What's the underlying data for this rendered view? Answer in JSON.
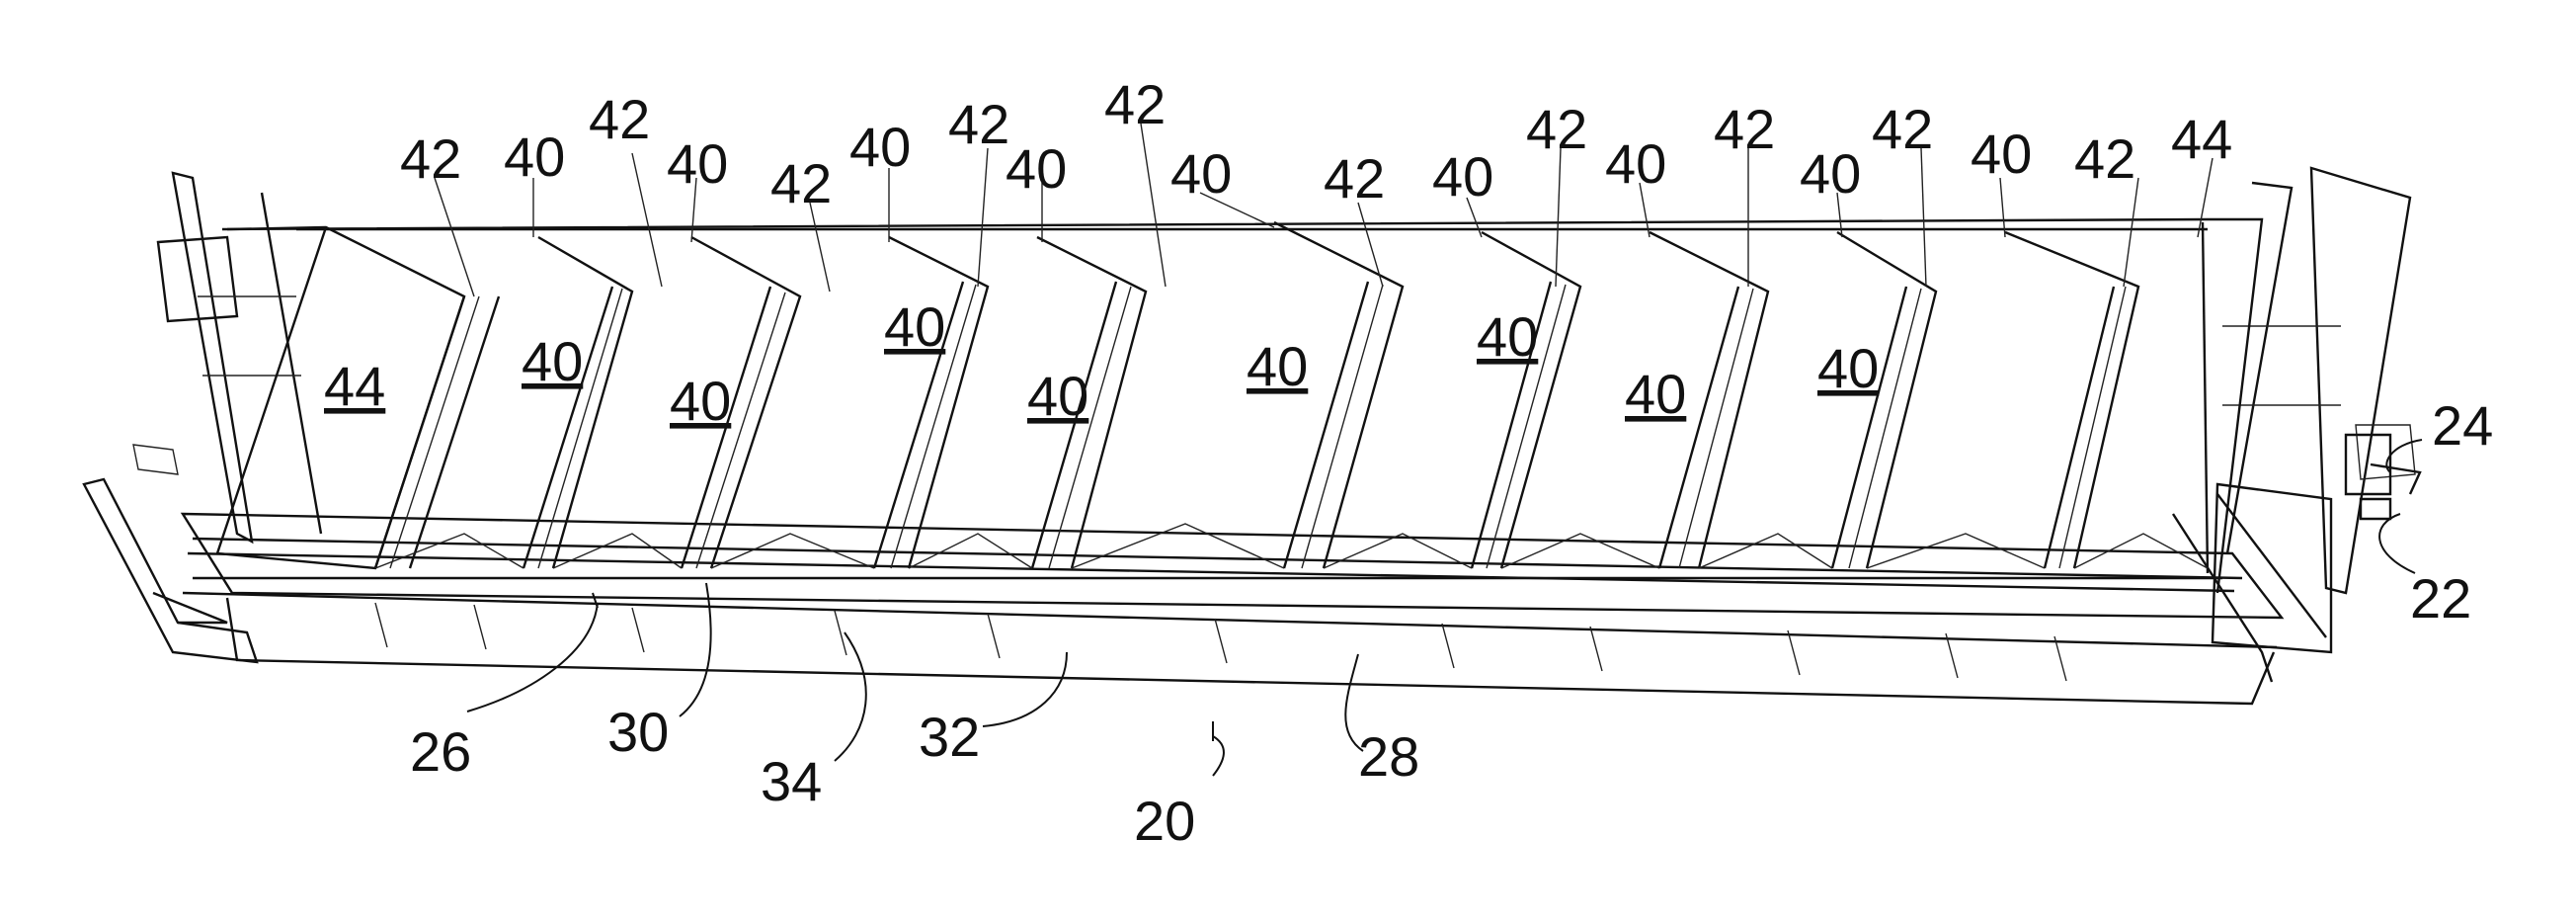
{
  "figure": {
    "reference_numerals": {
      "railcar": "20",
      "part_22": "22",
      "part_24": "24",
      "part_26": "26",
      "part_28": "28",
      "part_30": "30",
      "part_32": "32",
      "part_34": "34"
    },
    "pocket_label": "40",
    "end_label": "44",
    "divider_label": "42",
    "pocket_count": 9,
    "top_callouts": [
      "42",
      "40",
      "42",
      "40",
      "42",
      "40",
      "42",
      "40",
      "42",
      "40",
      "42",
      "40",
      "42",
      "40",
      "42",
      "40",
      "42",
      "40",
      "42",
      "44"
    ]
  }
}
